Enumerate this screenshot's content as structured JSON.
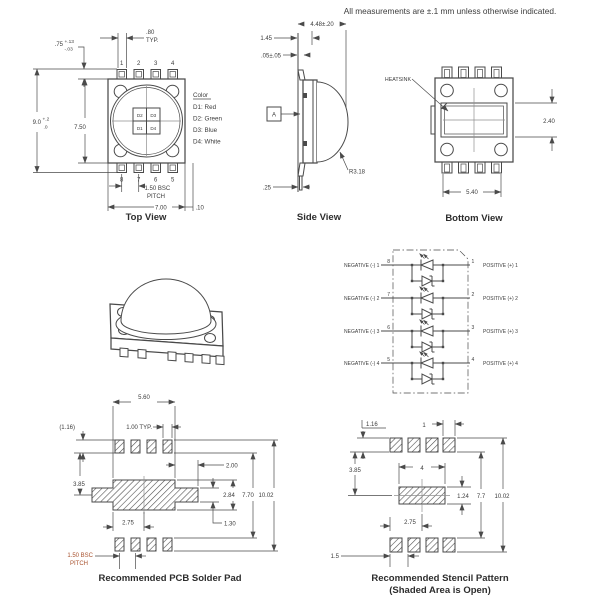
{
  "sheet": {
    "note": "All measurements are ±.1 mm unless otherwise indicated."
  },
  "colors": {
    "line": "#4a4a4a",
    "callout_red": "#a8522e"
  },
  "top_view": {
    "title": "Top View",
    "pins_top": [
      "1",
      "2",
      "3",
      "4"
    ],
    "pins_bottom": [
      "8",
      "7",
      "6",
      "5"
    ],
    "dies": {
      "tl": "D2",
      "tr": "D3",
      "bl": "D1",
      "br": "D4"
    },
    "legend": {
      "heading": "Color",
      "items": [
        "D1: Red",
        "D2: Green",
        "D3: Blue",
        "D4: White"
      ]
    },
    "dims": {
      "pad_w": ".80",
      "pad_w2": "TYP.",
      "lead_len": ".75",
      "lead_tol_p": "+.13",
      "lead_tol_m": "-.03",
      "overall_h": "9.0",
      "overall_tol_p": "+.2",
      "overall_tol_m": ".0",
      "body_h": "7.50",
      "pitch1": "1.50 BSC",
      "pitch2": "PITCH",
      "body_w": "7.00",
      "edge": ".10"
    }
  },
  "side_view": {
    "title": "Side View",
    "datum": "A",
    "dims": {
      "overall_t": "4.48±.20",
      "lead": "1.45",
      "standoff": ".05±.05",
      "lead_t": ".25",
      "radius": "R3.18"
    }
  },
  "bottom_view": {
    "title": "Bottom View",
    "heatsink": "HEATSINK",
    "dims": {
      "slug_h": "2.40",
      "pin_span": "5.40"
    }
  },
  "schematic": {
    "rows": [
      {
        "neg": "NEGATIVE (-) 1",
        "neg_pin": "8",
        "pos": "POSITIVE (+) 1",
        "pos_pin": "1"
      },
      {
        "neg": "NEGATIVE (-) 2",
        "neg_pin": "7",
        "pos": "POSITIVE (+) 2",
        "pos_pin": "2"
      },
      {
        "neg": "NEGATIVE (-) 3",
        "neg_pin": "6",
        "pos": "POSITIVE (+) 3",
        "pos_pin": "3"
      },
      {
        "neg": "NEGATIVE (-) 4",
        "neg_pin": "5",
        "pos": "POSITIVE (+) 4",
        "pos_pin": "4"
      }
    ]
  },
  "pcb_pad": {
    "title": "Recommended PCB Solder Pad",
    "dims": {
      "center_w": "5.60",
      "pad_h": "(1.16)",
      "pad_w": "1.00 TYP.",
      "row_gap": "3.85",
      "wing_w": "2.00",
      "center_h": "2.84",
      "inner_h": "7.70",
      "outer_h": "10.02",
      "half_w": "2.75",
      "wing_h": "1.30",
      "pitch1": "1.50 BSC",
      "pitch2": "PITCH"
    }
  },
  "stencil": {
    "title": "Recommended Stencil Pattern",
    "subtitle": "(Shaded Area is Open)",
    "dims": {
      "pad_h": "1.16",
      "pad_w": "1",
      "row_gap": "3.85",
      "center_w": "4",
      "center_h": "1.24",
      "inner_h": "7.7",
      "outer_h": "10.02",
      "half_w": "2.75",
      "pitch": "1.5"
    }
  }
}
